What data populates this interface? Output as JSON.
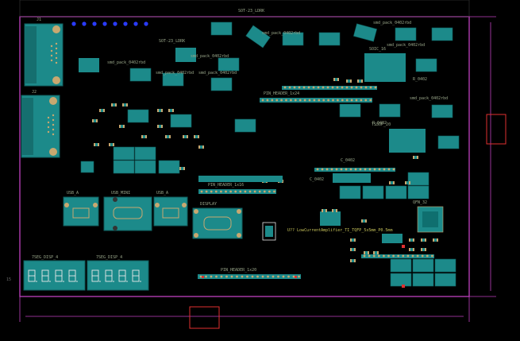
{
  "view": {
    "background": "#000000",
    "board_outline_color": "#c040c0",
    "copper_color": "#1c8a8a",
    "pad_color": "#c8a870",
    "silk_color": "#9aa78a",
    "highlight_color": "#e03030",
    "selection_color": "#e8e8e8",
    "led_color": "#2a3bff"
  },
  "labels": {
    "selected_component": "U?? LowCurrentAmplifier_TI_TQFP_5x5mm_P0.5mm",
    "connector_db9_top": "J1",
    "connector_db9_bottom": "J2",
    "usb_1": "USB_A",
    "usb_2": "USB_MINI",
    "usb_3": "USB_A",
    "lcd_display": "DISPLAY",
    "seg_display_1": "7SEG_DISP_4",
    "seg_display_2": "7SEG_DISP_4",
    "header_bottom": "PIN_HEADER_1x20",
    "header_mid": "PIN_HEADER_1x16",
    "header_top_long": "PIN_HEADER_1x24",
    "ic_top_right": "SOIC_16",
    "ic_mid_right": "TSSOP_20",
    "ic_qfn": "QFN_32",
    "side_label": "15"
  },
  "passives": [
    "smd_pack_0402rbd",
    "smd_pack_0402rbd",
    "smd_pack_0402rbd",
    "smd_pack_0402rbd",
    "SOT-23_LDRK",
    "SOT-23_LDRK",
    "smd_pack_0402rbd",
    "smd_pack_0402rbd",
    "smd_pack_0402rbd",
    "smd_pack_0402rbd",
    "R_0402",
    "R_0402",
    "C_0402",
    "C_0402"
  ],
  "indicator_leds": 8
}
